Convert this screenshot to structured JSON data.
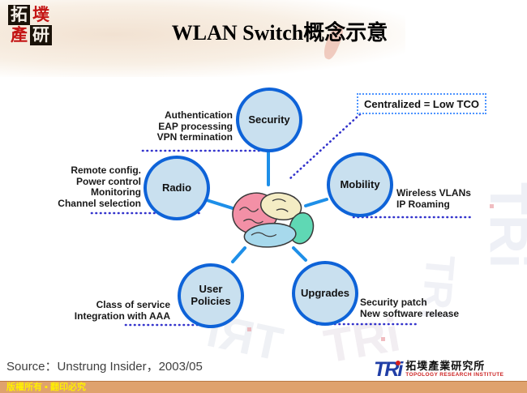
{
  "page": {
    "title": "WLAN Switch概念示意"
  },
  "logo": {
    "chars": [
      "拓",
      "墣",
      "產",
      "研"
    ]
  },
  "callout": {
    "label": "Centralized = Low TCO"
  },
  "nodes": [
    {
      "id": "security",
      "label": "Security",
      "note_lines": [
        "Authentication",
        "EAP processing",
        "VPN termination"
      ]
    },
    {
      "id": "radio",
      "label": "Radio",
      "note_lines": [
        "Remote config.",
        "Power control",
        "Monitoring",
        "Channel selection"
      ]
    },
    {
      "id": "mobility",
      "label": "Mobility",
      "note_lines": [
        "Wireless VLANs",
        "IP Roaming"
      ]
    },
    {
      "id": "user-policies",
      "label": "User Policies",
      "note_lines": [
        "Class of service",
        "Integration with AAA"
      ]
    },
    {
      "id": "upgrades",
      "label": "Upgrades",
      "note_lines": [
        "Security patch",
        "New software release"
      ]
    }
  ],
  "center": {
    "image": "brain-clipart"
  },
  "source_line": "Source：Unstrung Insider，2003/05",
  "footer": {
    "copyright": "版權所有 ▪ 翻印必究",
    "logo_text": "TRi",
    "logo_cn": "拓墣產業研究所",
    "logo_en": "TOPOLOGY RESEARCH INSTITUTE"
  },
  "watermark": {
    "text": "TRi"
  },
  "colors": {
    "node_fill": "#c9e0ef",
    "node_border": "#0e63d8",
    "connector": "#1e8fe8",
    "dotted_line": "#3333cc",
    "callout_border": "#4d94ff",
    "bar": "#dfa26d",
    "copyright_text": "#ffef00",
    "tri_blue": "#203ea6",
    "tri_red": "#cc2222",
    "logo_red": "#c41515"
  }
}
